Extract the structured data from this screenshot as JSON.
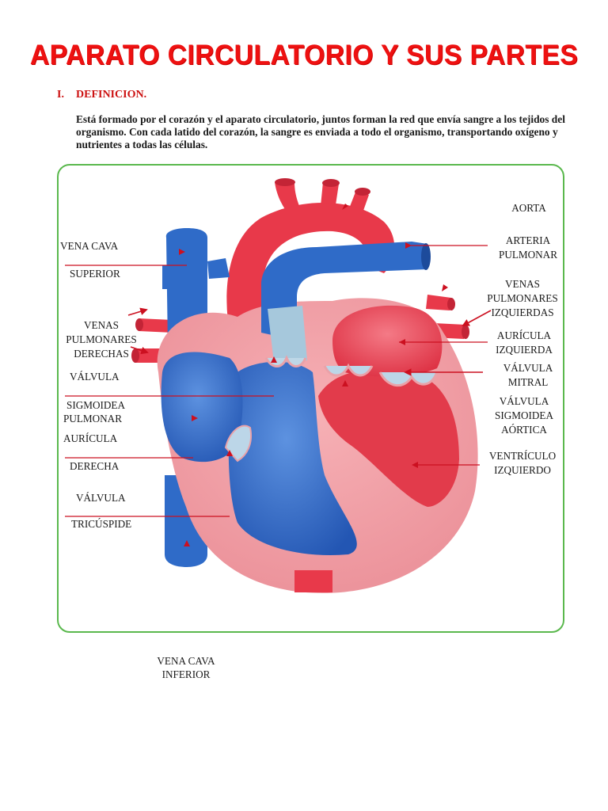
{
  "title": "APARATO CIRCULATORIO Y SUS PARTES",
  "section": {
    "number": "I.",
    "heading": "DEFINICION."
  },
  "paragraph": "Está formado por el corazón y el aparato circulatorio, juntos forman la red que envía sangre a los tejidos del organismo. Con cada latido del corazón, la sangre es enviada a todo el organismo, transportando oxígeno y nutrientes a todas las células.",
  "labels": {
    "aorta": "AORTA",
    "arteria_1": "ARTERIA",
    "arteria_2": "PULMONAR",
    "venas_izq_1": "VENAS",
    "venas_izq_2": "PULMONARES",
    "venas_izq_3": "IZQUIERDAS",
    "auricula_izq_1": "AURÍCULA",
    "auricula_izq_2": "IZQUIERDA",
    "mitral_1": "VÁLVULA",
    "mitral_2": "MITRAL",
    "aortica_1": "VÁLVULA",
    "aortica_2": "SIGMOIDEA",
    "aortica_3": "AÓRTICA",
    "ventriculo_izq_1": "VENTRÍCULO",
    "ventriculo_izq_2": "IZQUIERDO",
    "vena_cava_sup_1": "VENA CAVA",
    "vena_cava_sup_2": "SUPERIOR",
    "venas_der_1": "VENAS",
    "venas_der_2": "PULMONARES",
    "venas_der_3": "DERECHAS",
    "pulmonar_1": "VÁLVULA",
    "pulmonar_2": "SIGMOIDEA",
    "pulmonar_3": "PULMONAR",
    "auricula_der_1": "AURÍCULA",
    "auricula_der_2": "DERECHA",
    "tricuspide_1": "VÁLVULA",
    "tricuspide_2": "TRICÚSPIDE"
  },
  "bottom_label": {
    "line1": "VENA CAVA",
    "line2": "INFERIOR"
  },
  "colors": {
    "title": "#ee1111",
    "frame": "#5ab84d",
    "artery": "#e8394a",
    "vein": "#2f6bc8",
    "pointer": "#cc1020"
  }
}
